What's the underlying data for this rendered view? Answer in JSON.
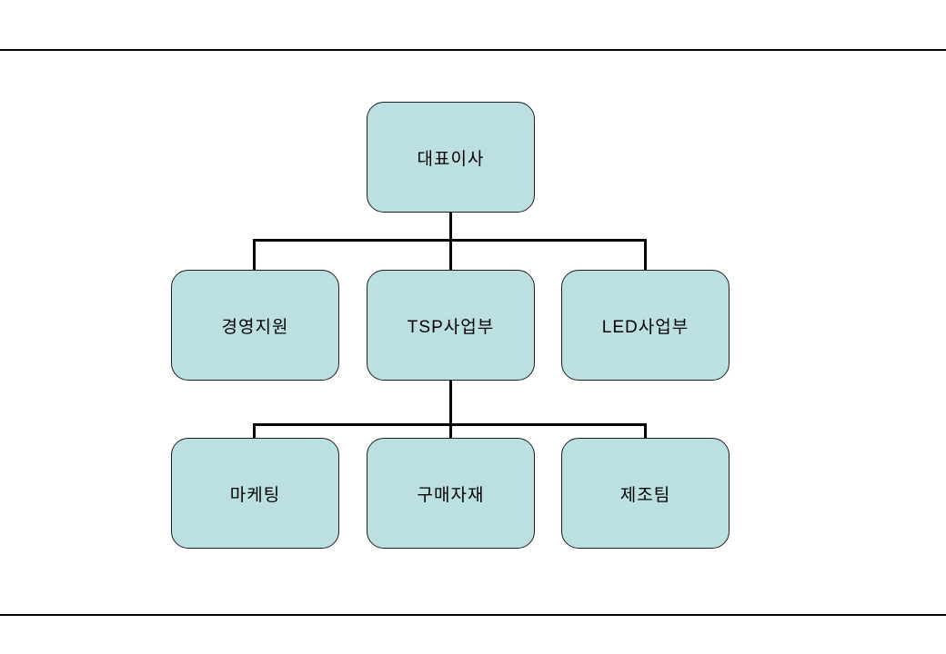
{
  "diagram": {
    "type": "org-chart",
    "colors": {
      "background": "#ffffff",
      "box_fill": "#bcdfe2",
      "box_border": "#1f1f1f",
      "connector": "#000000",
      "rule": "#000000"
    },
    "nodes": {
      "root": {
        "id": "ceo",
        "label": "대표이사"
      },
      "level2": [
        {
          "id": "management-support",
          "label": "경영지원"
        },
        {
          "id": "tsp-division",
          "label": "TSP사업부"
        },
        {
          "id": "led-division",
          "label": "LED사업부"
        }
      ],
      "level3": [
        {
          "id": "marketing",
          "label": "마케팅"
        },
        {
          "id": "purchasing-materials",
          "label": "구매자재"
        },
        {
          "id": "manufacturing-team",
          "label": "제조팀"
        }
      ]
    },
    "edges": [
      {
        "from": "ceo",
        "to": "management-support"
      },
      {
        "from": "ceo",
        "to": "tsp-division"
      },
      {
        "from": "ceo",
        "to": "led-division"
      },
      {
        "from": "tsp-division",
        "to": "marketing"
      },
      {
        "from": "tsp-division",
        "to": "purchasing-materials"
      },
      {
        "from": "tsp-division",
        "to": "manufacturing-team"
      }
    ]
  }
}
